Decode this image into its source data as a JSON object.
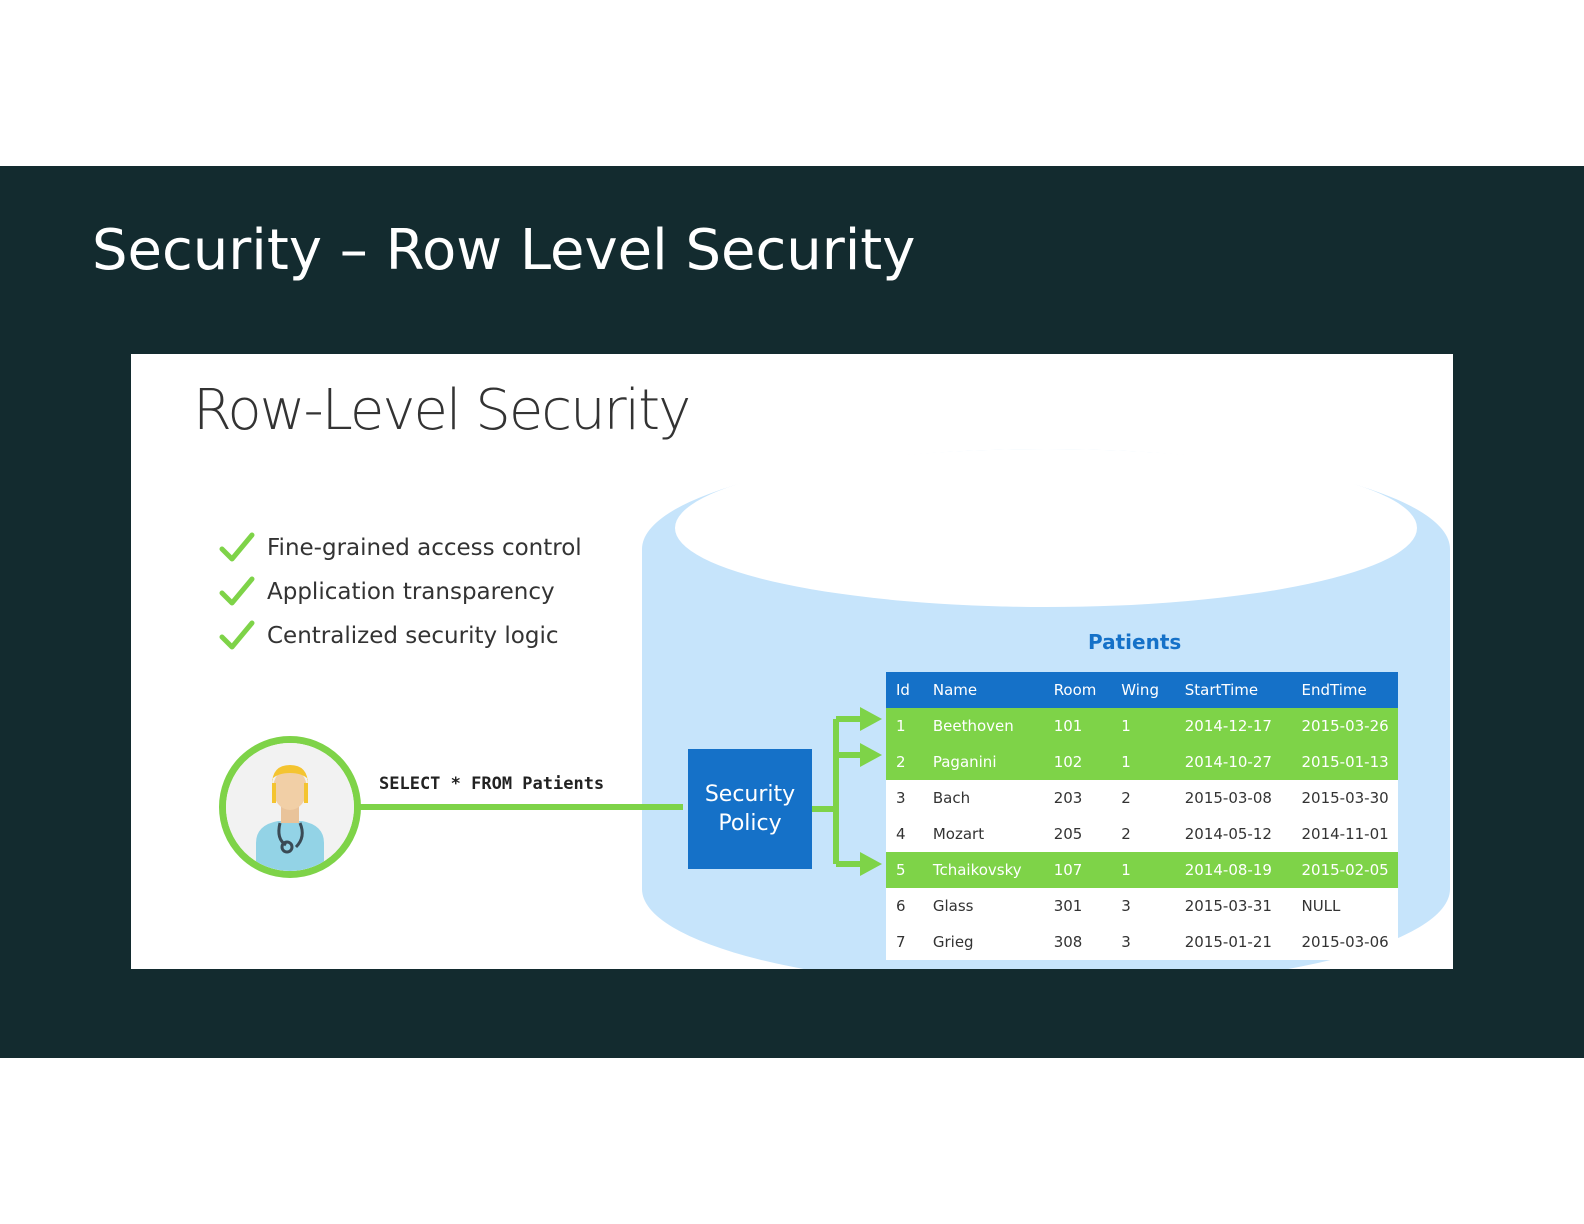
{
  "slide": {
    "title": "Security – Row Level Security"
  },
  "diagram": {
    "title": "Row-Level Security",
    "features": [
      "Fine-grained access control",
      "Application transparency",
      "Centralized security logic"
    ],
    "query": "SELECT * FROM Patients",
    "policy": {
      "line1": "Security",
      "line2": "Policy"
    },
    "colors": {
      "background": "#132b2f",
      "accent_green": "#7ed348",
      "accent_blue": "#1571c8",
      "database": "#c6e4fb"
    },
    "table": {
      "title": "Patients",
      "columns": [
        "Id",
        "Name",
        "Room",
        "Wing",
        "StartTime",
        "EndTime"
      ],
      "rows": [
        {
          "id": "1",
          "name": "Beethoven",
          "room": "101",
          "wing": "1",
          "start": "2014-12-17",
          "end": "2015-03-26",
          "highlighted": true
        },
        {
          "id": "2",
          "name": "Paganini",
          "room": "102",
          "wing": "1",
          "start": "2014-10-27",
          "end": "2015-01-13",
          "highlighted": true
        },
        {
          "id": "3",
          "name": "Bach",
          "room": "203",
          "wing": "2",
          "start": "2015-03-08",
          "end": "2015-03-30",
          "highlighted": false
        },
        {
          "id": "4",
          "name": "Mozart",
          "room": "205",
          "wing": "2",
          "start": "2014-05-12",
          "end": "2014-11-01",
          "highlighted": false
        },
        {
          "id": "5",
          "name": "Tchaikovsky",
          "room": "107",
          "wing": "1",
          "start": "2014-08-19",
          "end": "2015-02-05",
          "highlighted": true
        },
        {
          "id": "6",
          "name": "Glass",
          "room": "301",
          "wing": "3",
          "start": "2015-03-31",
          "end": "NULL",
          "highlighted": false
        },
        {
          "id": "7",
          "name": "Grieg",
          "room": "308",
          "wing": "3",
          "start": "2015-01-21",
          "end": "2015-03-06",
          "highlighted": false
        }
      ]
    }
  }
}
